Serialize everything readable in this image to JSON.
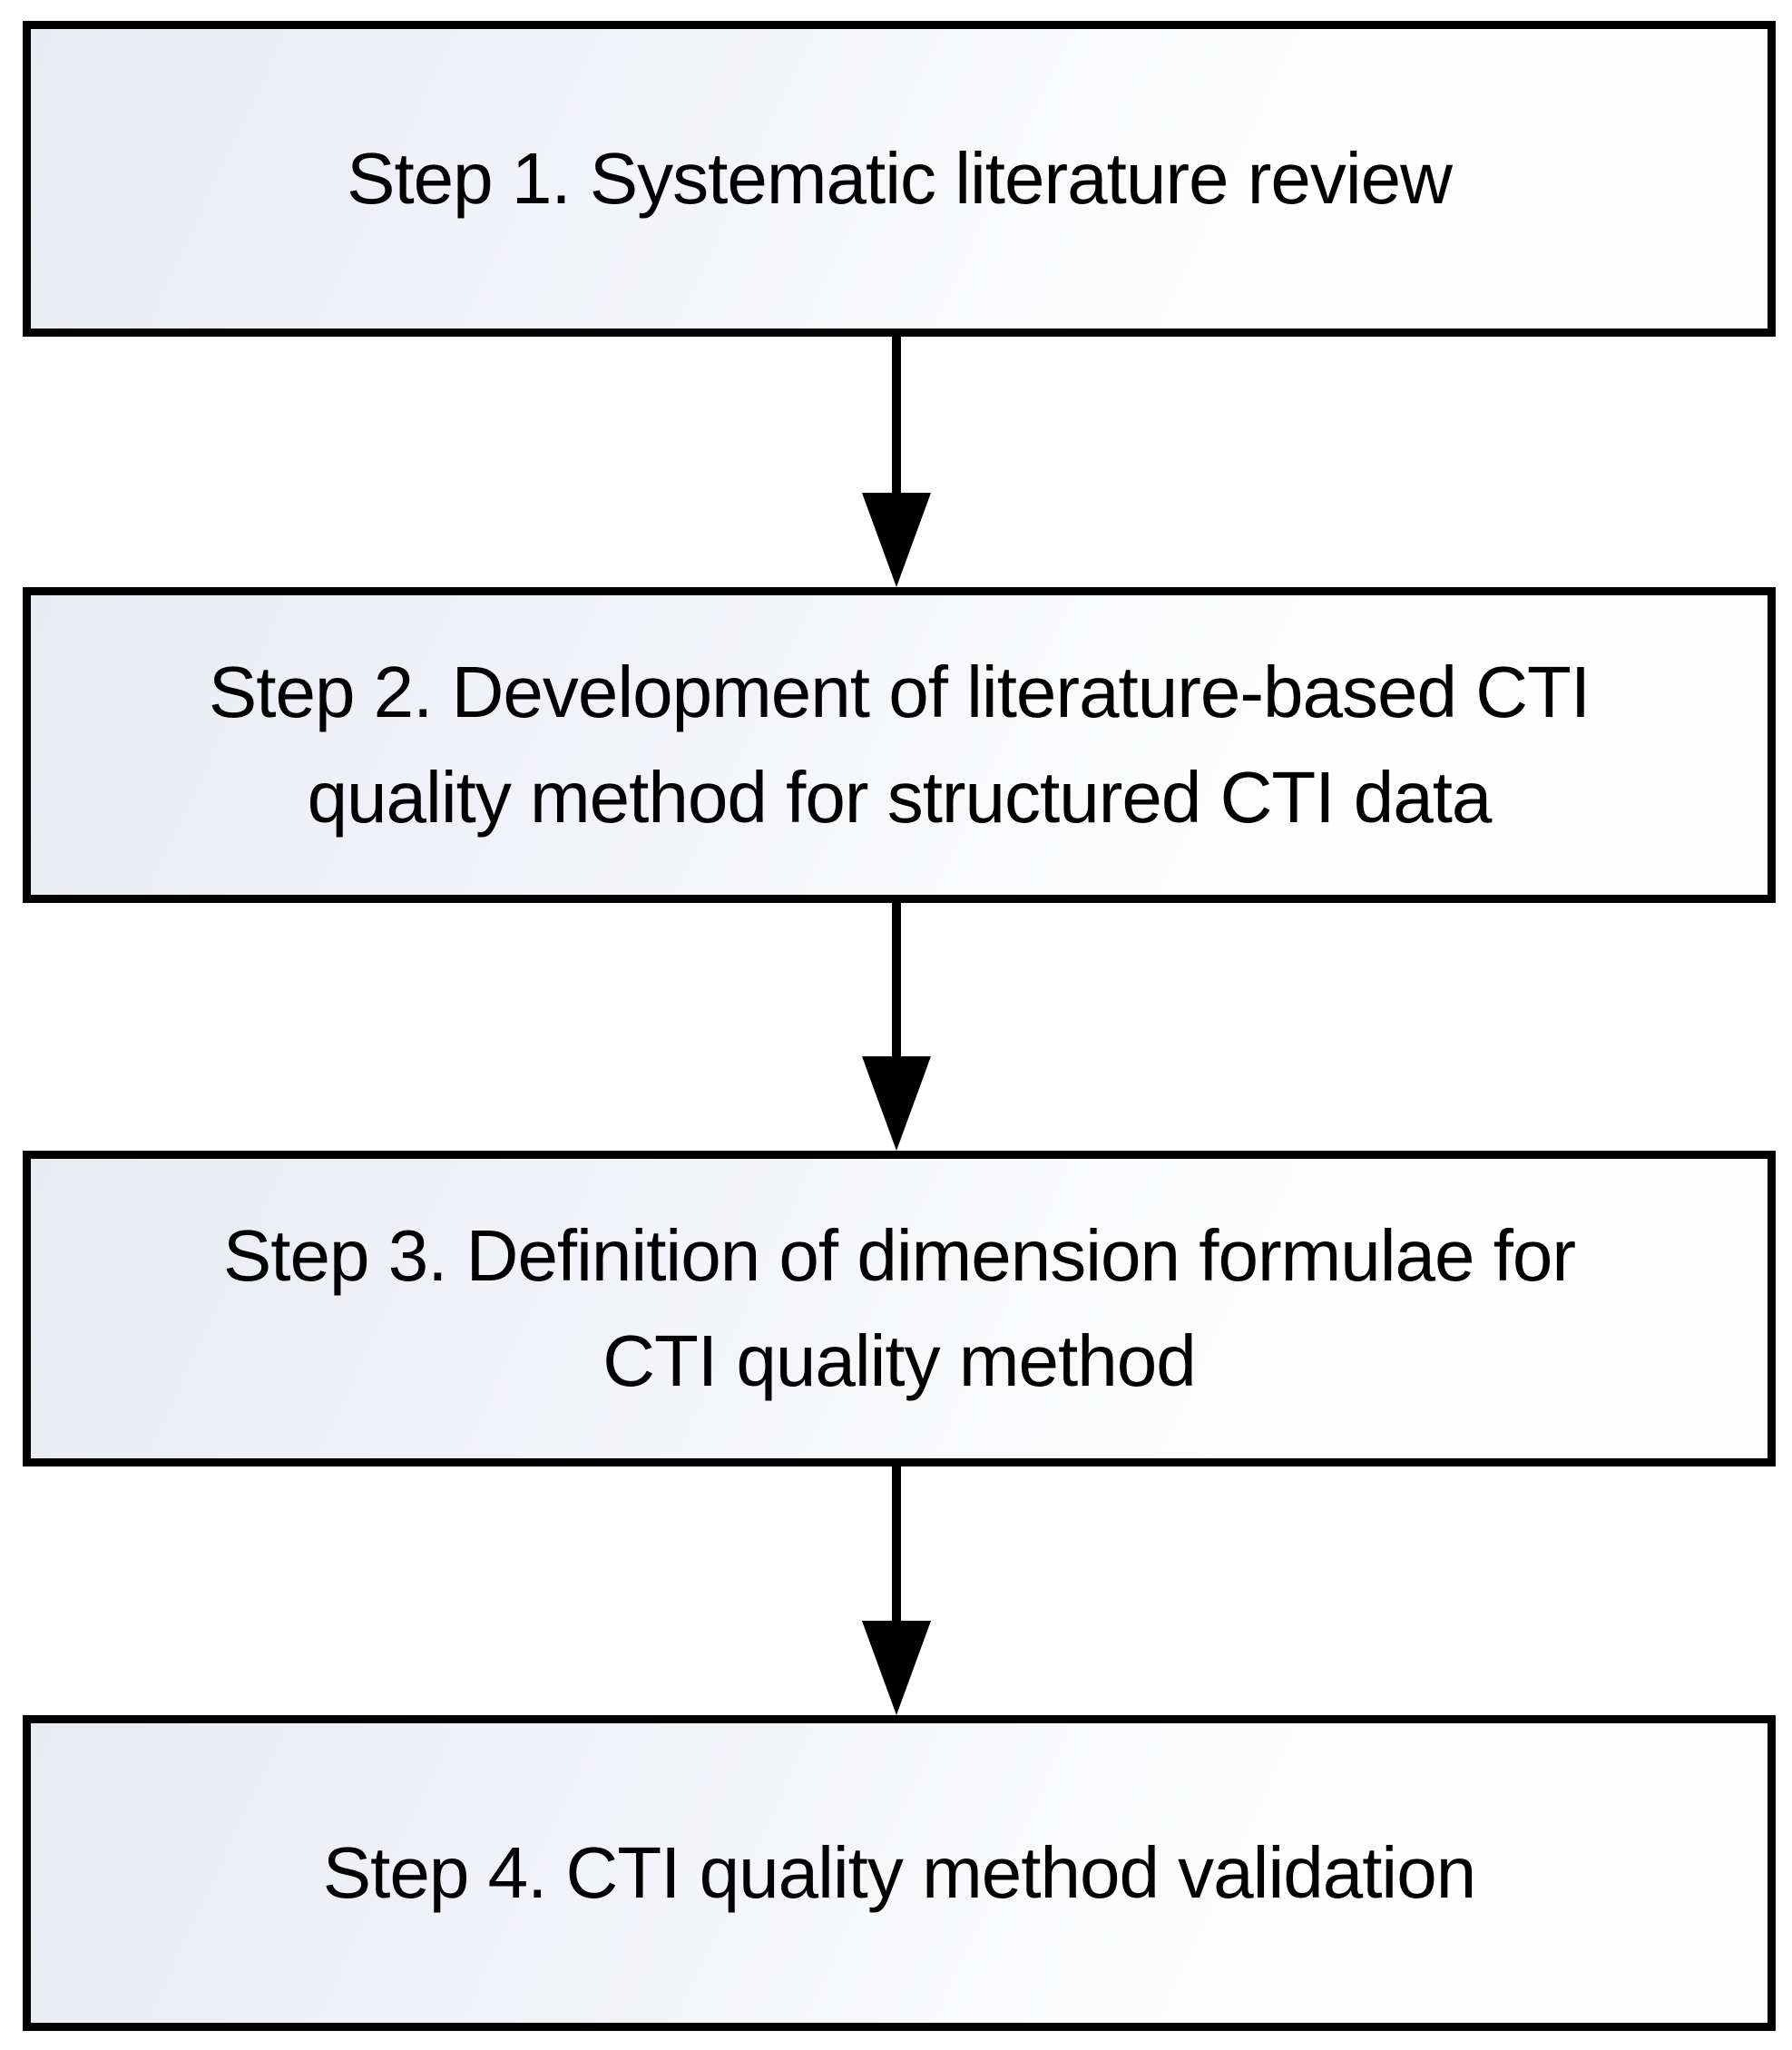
{
  "flowchart": {
    "steps": [
      {
        "id": 1,
        "label": "Step 1. Systematic literature review"
      },
      {
        "id": 2,
        "label": "Step 2. Development of literature-based CTI\nquality method for structured CTI data"
      },
      {
        "id": 3,
        "label": "Step 3. Definition of dimension formulae for\nCTI quality method"
      },
      {
        "id": 4,
        "label": "Step 4. CTI quality method validation"
      }
    ],
    "connectors": [
      {
        "from_step": 1,
        "to_step": 2,
        "icon": "down-arrow-icon"
      },
      {
        "from_step": 2,
        "to_step": 3,
        "icon": "down-arrow-icon"
      },
      {
        "from_step": 3,
        "to_step": 4,
        "icon": "down-arrow-icon"
      }
    ],
    "colors": {
      "box_border": "#000000",
      "box_fill_gradient_start": "#e9ebf4",
      "box_fill_gradient_end": "#fefefe",
      "arrow": "#000000",
      "text": "#000000",
      "background": "#ffffff"
    }
  }
}
